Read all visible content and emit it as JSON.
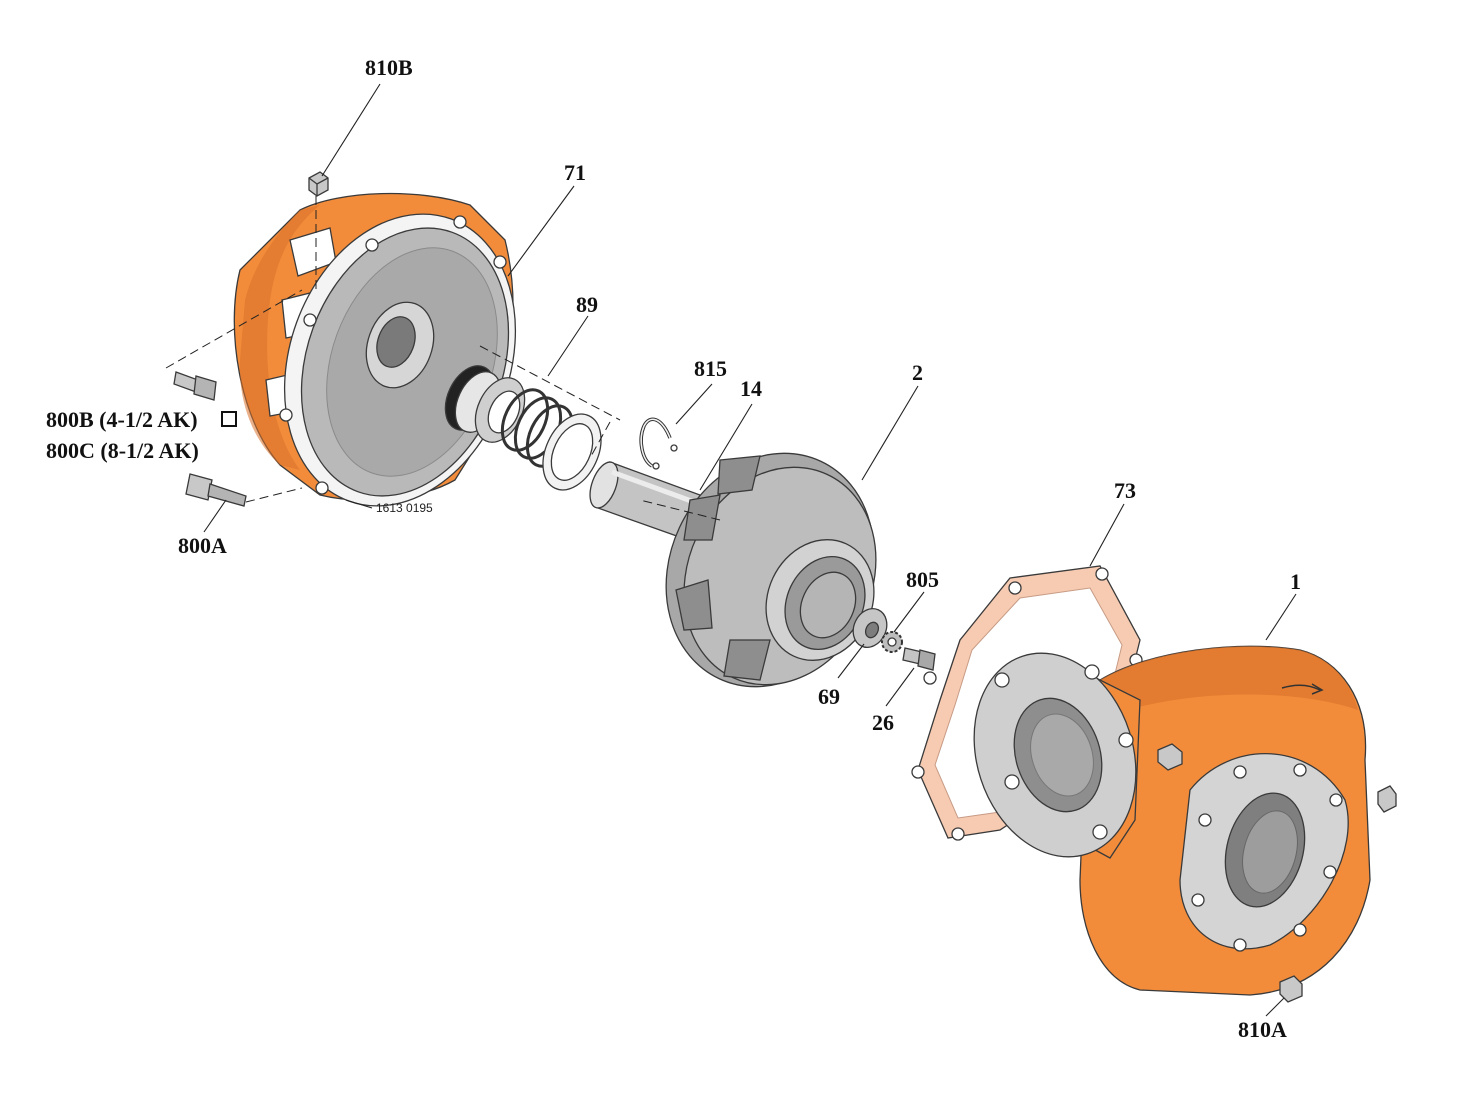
{
  "colors": {
    "housing": "#f28c3a",
    "housing_dark": "#d9712a",
    "gray": "#b9b9b9",
    "gray_dark": "#8a8a8a",
    "gray_light": "#dedede",
    "gasket": "#f6cbb2",
    "outline": "#3a3a3a"
  },
  "labels": {
    "l810b": "810B",
    "l71": "71",
    "l89": "89",
    "l815": "815",
    "l14": "14",
    "l2": "2",
    "l800b": "800B (4-1/2 AK)",
    "l800c": "800C (8-1/2 AK)",
    "l_part_no": "1613 0195",
    "l800a": "800A",
    "l73": "73",
    "l805": "805",
    "l1": "1",
    "l69": "69",
    "l26": "26",
    "l810a": "810A"
  }
}
